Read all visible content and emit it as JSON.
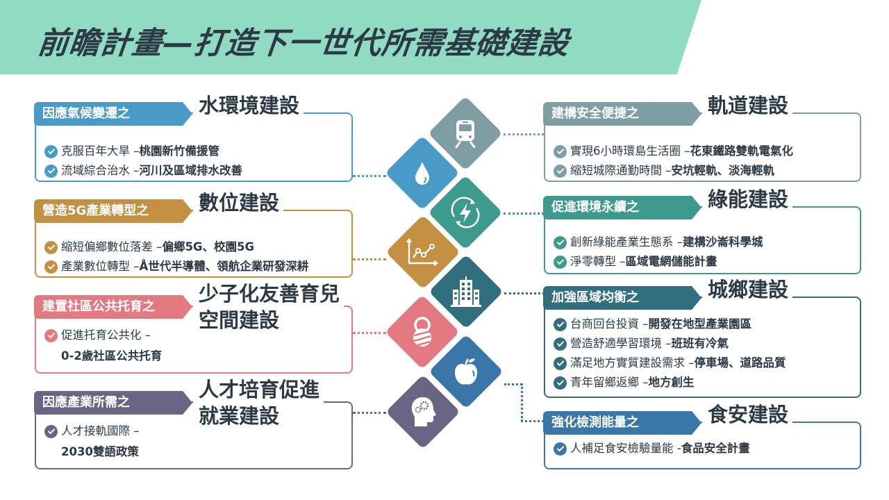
{
  "title": "前瞻計畫—打造下一世代所需基礎建設",
  "colors": {
    "header": "#92dbc3",
    "text": "#2c3a46"
  },
  "cards": [
    {
      "id": "water",
      "tag": "因應氣候變遷之",
      "title": "水環境建設",
      "color": "#4a9ac8",
      "items": [
        {
          "a": "克服百年大旱 – ",
          "b": "桃園新竹備援管"
        },
        {
          "a": "流域綜合治水 – ",
          "b": "河川及區域排水改善"
        }
      ]
    },
    {
      "id": "digital",
      "tag": "營造5G產業轉型之",
      "title": "數位建設",
      "color": "#c38f42",
      "items": [
        {
          "a": "縮短偏鄉數位落差 – ",
          "b": "偏鄉5G、校園5G"
        },
        {
          "a": "產業數位轉型 – ",
          "b": "Å世代半導體、領航企業研發深耕"
        }
      ]
    },
    {
      "id": "childcare",
      "tag": "建置社區公共托育之",
      "title": "少子化友善育兒\n空間建設",
      "color": "#e37a82",
      "items": [
        {
          "a": "促進托育公共化 –",
          "b": ""
        },
        {
          "a": "",
          "b": "0-2歲社區公共托育",
          "indent": true
        }
      ]
    },
    {
      "id": "talent",
      "tag": "因應產業所需之",
      "title": "人才培育促進\n就業建設",
      "color": "#6b6585",
      "items": [
        {
          "a": "人才接軌國際 –",
          "b": ""
        },
        {
          "a": "",
          "b": "2030雙語政策",
          "indent": true
        }
      ]
    },
    {
      "id": "rail",
      "tag": "建構安全便捷之",
      "title": "軌道建設",
      "color": "#7e9ea4",
      "items": [
        {
          "a": "實現6小時環島生活圈 – ",
          "b": "花東鐵路雙軌電氣化"
        },
        {
          "a": "縮短城際通勤時間 – ",
          "b": "安坑輕軌、淡海輕軌"
        }
      ]
    },
    {
      "id": "green",
      "tag": "促進環境永續之",
      "title": "綠能建設",
      "color": "#3f9a8e",
      "items": [
        {
          "a": "創新綠能產業生態系 – ",
          "b": "建構沙崙科學城"
        },
        {
          "a": "淨零轉型 – ",
          "b": "區域電網儲能計畫"
        }
      ]
    },
    {
      "id": "urban",
      "tag": "加強區域均衡之",
      "title": "城鄉建設",
      "color": "#316e7e",
      "items": [
        {
          "a": "台商回台投資 – ",
          "b": "開發在地型產業園區"
        },
        {
          "a": "營造舒適學習環境 – ",
          "b": "班班有冷氣"
        },
        {
          "a": "滿足地方實質建設需求 – ",
          "b": "停車場、道路品質"
        },
        {
          "a": "青年留鄉返鄉 – ",
          "b": "地方創生"
        }
      ]
    },
    {
      "id": "food",
      "tag": "強化檢測能量之",
      "title": "食安建設",
      "color": "#3a77a8",
      "items": [
        {
          "a": "人補足食安檢驗量能 - ",
          "b": "食品安全計畫"
        }
      ]
    }
  ]
}
